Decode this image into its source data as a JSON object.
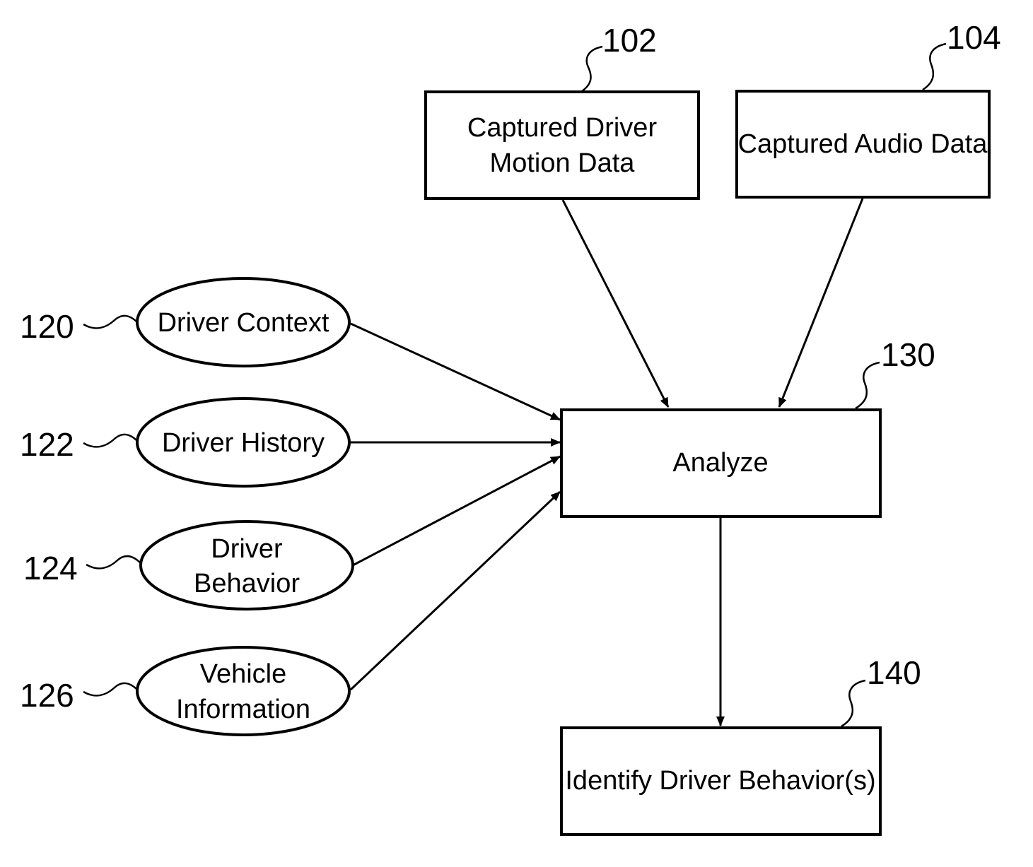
{
  "nodes": {
    "motion": {
      "ref": "102",
      "lines": [
        "Captured Driver",
        "Motion Data"
      ]
    },
    "audio": {
      "ref": "104",
      "lines": [
        "Captured Audio Data"
      ]
    },
    "context": {
      "ref": "120",
      "lines": [
        "Driver Context"
      ]
    },
    "history": {
      "ref": "122",
      "lines": [
        "Driver History"
      ]
    },
    "behavior": {
      "ref": "124",
      "lines": [
        "Driver",
        "Behavior"
      ]
    },
    "vehicle": {
      "ref": "126",
      "lines": [
        "Vehicle",
        "Information"
      ]
    },
    "analyze": {
      "ref": "130",
      "lines": [
        "Analyze"
      ]
    },
    "identify": {
      "ref": "140",
      "lines": [
        "Identify Driver Behavior(s)"
      ]
    }
  },
  "edges": [
    {
      "from": "motion",
      "to": "analyze"
    },
    {
      "from": "audio",
      "to": "analyze"
    },
    {
      "from": "context",
      "to": "analyze"
    },
    {
      "from": "history",
      "to": "analyze"
    },
    {
      "from": "behavior",
      "to": "analyze"
    },
    {
      "from": "vehicle",
      "to": "analyze"
    },
    {
      "from": "analyze",
      "to": "identify"
    }
  ]
}
